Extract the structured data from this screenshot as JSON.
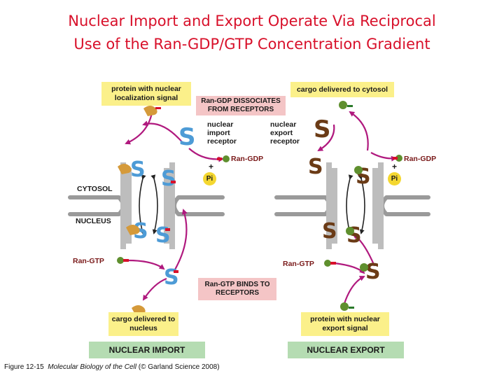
{
  "title": {
    "line1": "Nuclear Import and Export Operate Via Reciprocal",
    "line2": "Use of the Ran-GDP/GTP Concentration Gradient"
  },
  "import_panel": {
    "top_box": "protein with nuclear localization signal",
    "dissociate_box": "Ran-GDP DISSOCIATES FROM RECEPTORS",
    "receptor_label": "nuclear import receptor",
    "ran_gdp": "Ran-GDP",
    "pi": "Pi",
    "plus": "+",
    "cytosol": "CYTOSOL",
    "nucleus": "NUCLEUS",
    "ran_gtp": "Ran-GTP",
    "binds_box": "Ran-GTP BINDS TO RECEPTORS",
    "cargo_box": "cargo delivered to nucleus",
    "bar": "NUCLEAR IMPORT"
  },
  "export_panel": {
    "top_box": "cargo delivered to cytosol",
    "receptor_label": "nuclear export receptor",
    "ran_gdp": "Ran-GDP",
    "pi": "Pi",
    "plus": "+",
    "ran_gtp": "Ran-GTP",
    "cargo_box": "protein with nuclear export signal",
    "bar": "NUCLEAR EXPORT"
  },
  "caption": {
    "prefix": "Figure 12-15",
    "book": "Molecular Biology of the Cell",
    "suffix": "(© Garland Science 2008)"
  },
  "colors": {
    "title": "#d8102a",
    "arrow": "#b0197e",
    "import_receptor": "#4d9bd6",
    "export_receptor": "#6b3b16",
    "cargo": "#d59a3a",
    "ran": "#5f8f2e",
    "nls_tag": "#d8102a",
    "yellow_box": "#fbf08a",
    "pink_box": "#f4c5c6",
    "green_bar": "#b5dcb2",
    "pore": "#9a9a9a"
  }
}
